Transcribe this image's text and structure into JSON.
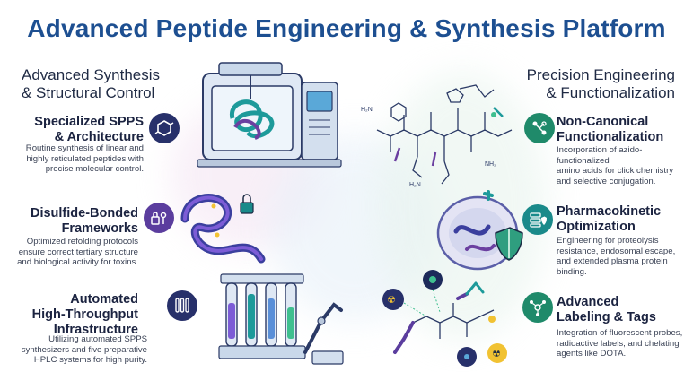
{
  "title": "Advanced Peptide Engineering & Synthesis Platform",
  "left_section": {
    "heading_line1": "Advanced Synthesis",
    "heading_line2": "& Structural Control",
    "items": [
      {
        "title_line1": "Specialized SPPS",
        "title_line2": "& Architecture",
        "desc_line1": "Routine synthesis of linear and",
        "desc_line2": "highly reticulated peptides with",
        "desc_line3": "precise molecular control.",
        "icon": "molecule-hexagon-icon"
      },
      {
        "title_line1": "Disulfide-Bonded",
        "title_line2": "Frameworks",
        "desc_line1": "Optimized refolding protocols",
        "desc_line2": "ensure correct tertiary structure",
        "desc_line3": "and biological activity for toxins.",
        "icon": "lock-key-icon"
      },
      {
        "title_line1": "Automated",
        "title_line2": "High-Throughput",
        "title_line3": "Infrastructure",
        "desc_line1": "Utilizing automated SPPS",
        "desc_line2": "synthesizers and five preparative",
        "desc_line3": "HPLC systems for high purity.",
        "icon": "test-tubes-icon"
      }
    ]
  },
  "right_section": {
    "heading_line1": "Precision Engineering",
    "heading_line2": "& Functionalization",
    "items": [
      {
        "title_line1": "Non-Canonical",
        "title_line2": "Functionalization",
        "desc_line1": "Incorporation of azido-functionalized",
        "desc_line2": "amino acids for click chemistry",
        "desc_line3": "and selective conjugation.",
        "icon": "click-chemistry-icon"
      },
      {
        "title_line1": "Pharmacokinetic",
        "title_line2": "Optimization",
        "desc_line1": "Engineering for proteolysis",
        "desc_line2": "resistance, endosomal escape,",
        "desc_line3": "and extended plasma protein",
        "desc_line4": "binding.",
        "icon": "server-shield-icon"
      },
      {
        "title_line1": "Advanced",
        "title_line2": "Labeling & Tags",
        "desc_line1": "Integration of fluorescent probes,",
        "desc_line2": "radioactive labels, and chelating",
        "desc_line3": "agents like DOTA.",
        "icon": "molecule-network-icon"
      }
    ]
  },
  "colors": {
    "title": "#1d4f91",
    "icon_navy": "#27306a",
    "icon_purple": "#5b3d9e",
    "icon_teal": "#1a8a8a",
    "icon_green": "#1f8a6a"
  }
}
